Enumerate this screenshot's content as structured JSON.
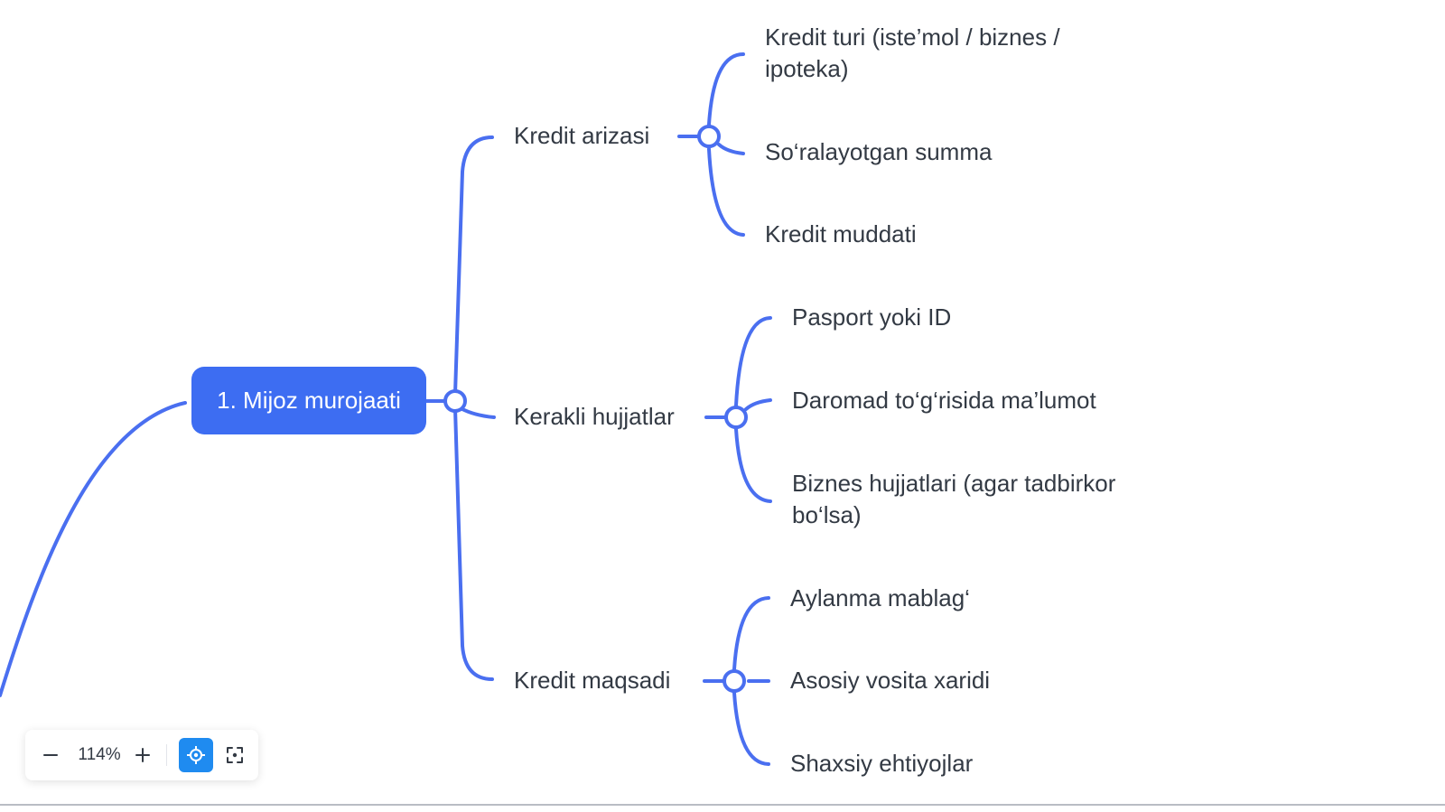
{
  "mindmap": {
    "root": {
      "label": "1. Mijoz murojaati"
    },
    "branches": [
      {
        "label": "Kredit arizasi",
        "children": [
          "Kredit turi (iste’mol / biznes / ipoteka)",
          "So‘ralayotgan summa",
          "Kredit muddati"
        ]
      },
      {
        "label": "Kerakli hujjatlar",
        "children": [
          "Pasport yoki ID",
          "Daromad to‘g‘risida ma’lumot",
          "Biznes hujjatlari (agar tadbirkor bo‘lsa)"
        ]
      },
      {
        "label": "Kredit maqsadi",
        "children": [
          "Aylanma mablag‘",
          "Asosiy vosita xaridi",
          "Shaxsiy ehtiyojlar"
        ]
      }
    ]
  },
  "zoom_toolbar": {
    "zoom_level": "114%",
    "zoom_out_icon": "minus-icon",
    "zoom_in_icon": "plus-icon",
    "locate_icon": "locate-target-icon",
    "fit_icon": "fit-screen-icon"
  },
  "colors": {
    "accent": "#3d6df2",
    "connector": "#4a6ff0",
    "locate_button": "#1f8bf0",
    "text": "#333a44"
  }
}
